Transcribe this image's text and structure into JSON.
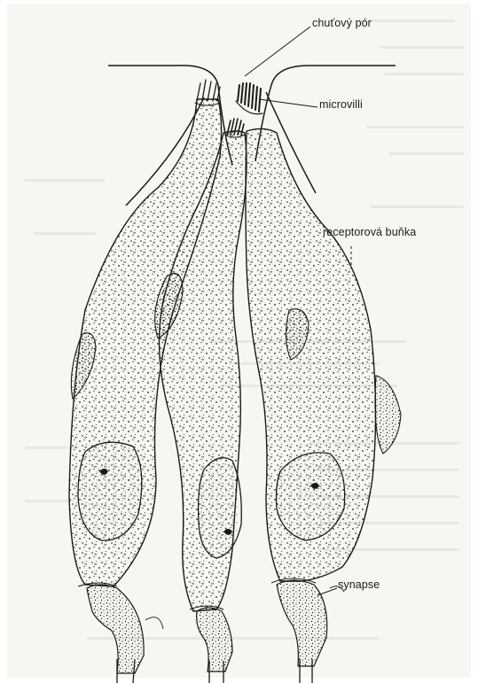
{
  "labels": {
    "taste_pore": "chuťový pór",
    "microvilli": "microvilli",
    "receptor_cell": "receptorová buňka",
    "synapse": "synapse"
  },
  "colors": {
    "ink": "#1a1a1a",
    "paper": "#f7f6f1"
  }
}
